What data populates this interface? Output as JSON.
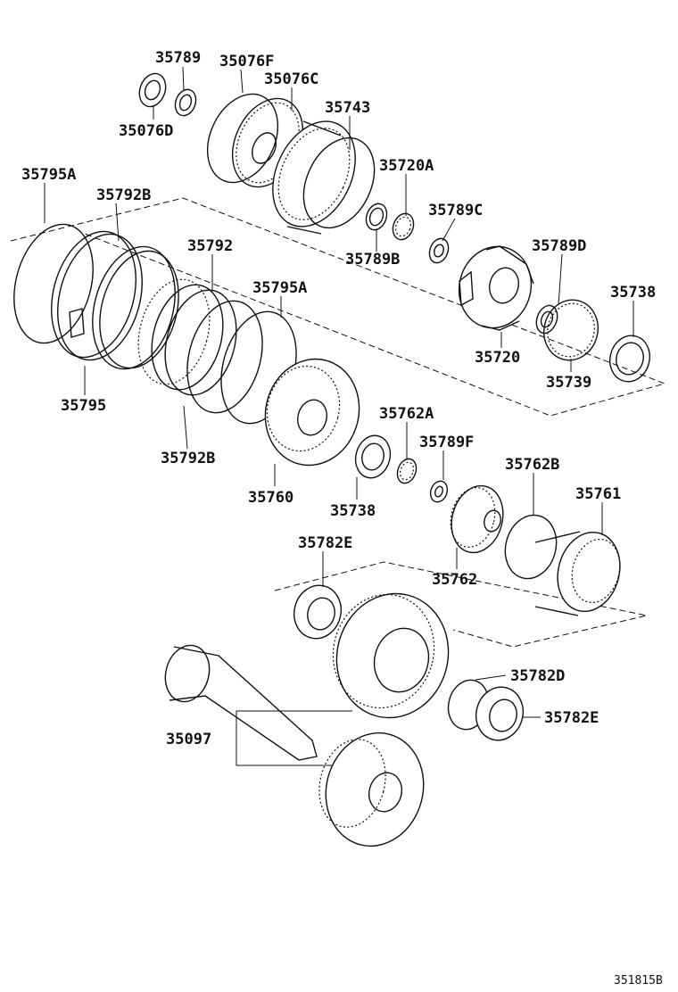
{
  "diagram_id": "351815B",
  "callouts": [
    "35789",
    "35076F",
    "35076C",
    "35076D",
    "35743",
    "35720A",
    "35795A",
    "35792B",
    "35789C",
    "35789B",
    "35792",
    "35789D",
    "35795A",
    "35738",
    "35720",
    "35795",
    "35739",
    "35762A",
    "35792B",
    "35789F",
    "35762B",
    "35760",
    "35738",
    "35761",
    "35782E",
    "35762",
    "35782D",
    "35782E",
    "35097"
  ]
}
